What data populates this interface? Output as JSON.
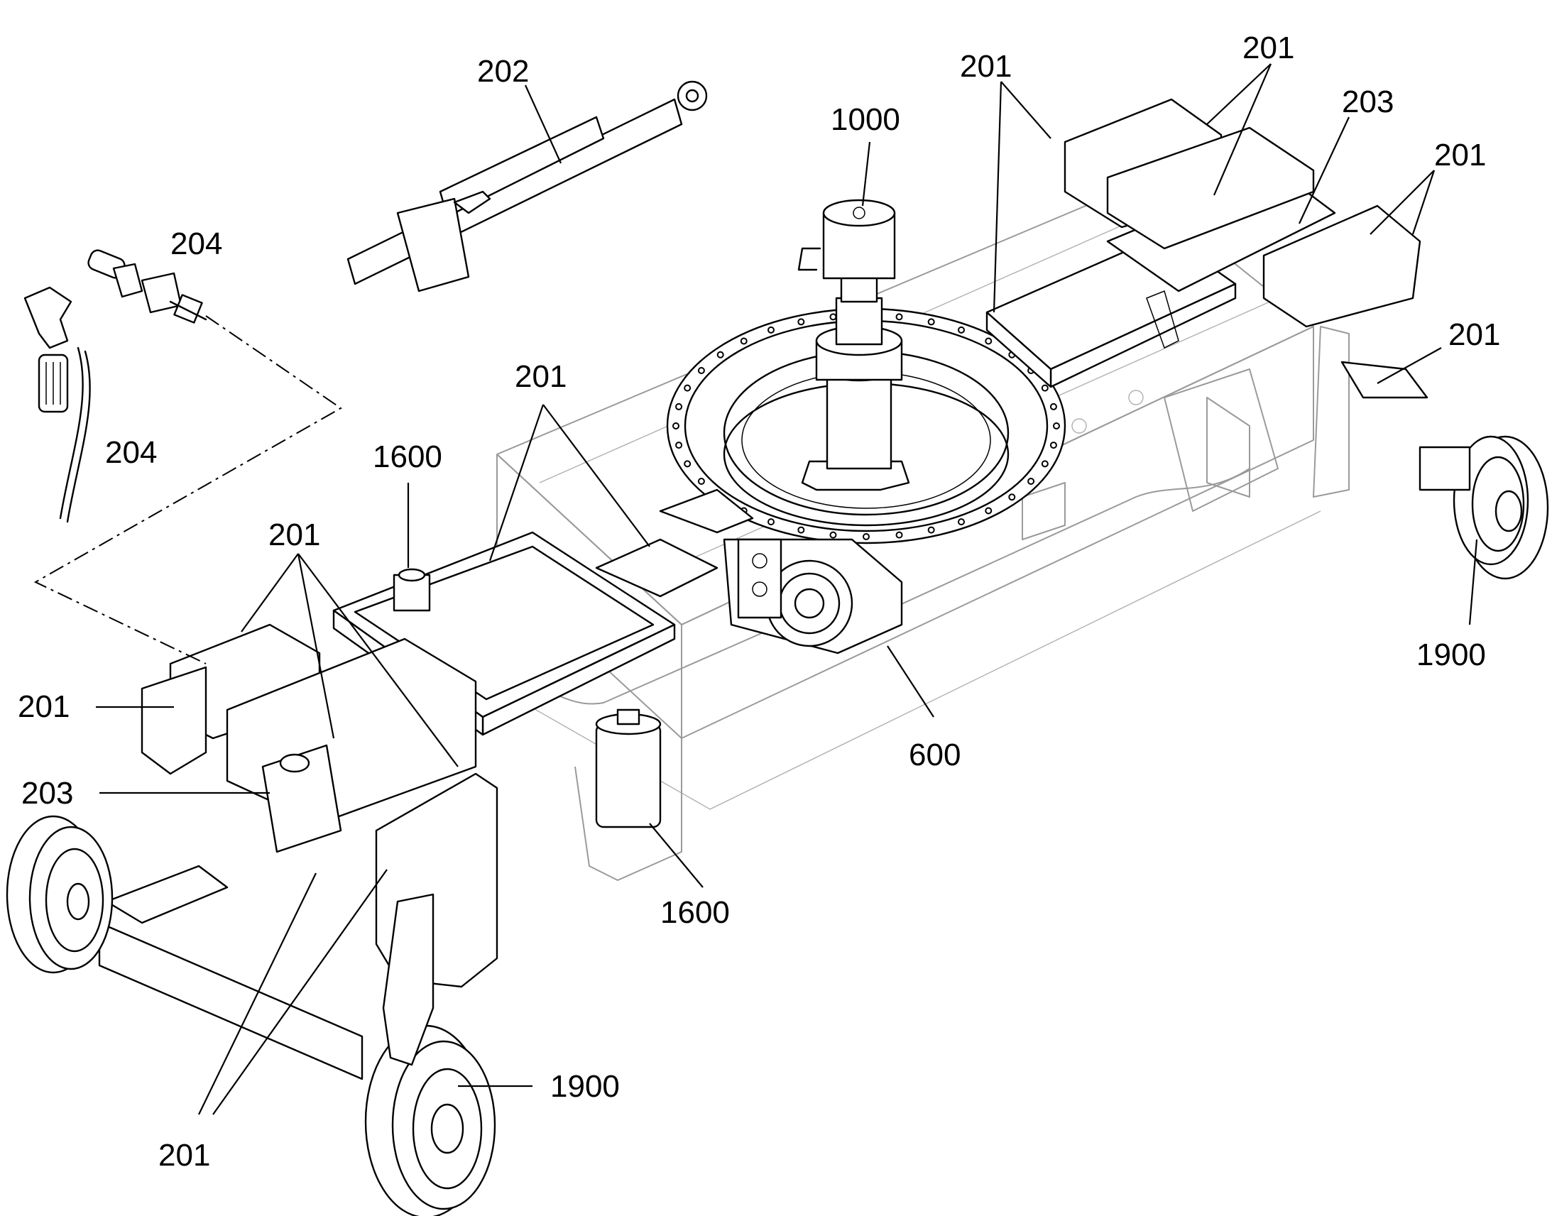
{
  "callouts": [
    {
      "id": "c202",
      "text": "202"
    },
    {
      "id": "c204a",
      "text": "204"
    },
    {
      "id": "c204b",
      "text": "204"
    },
    {
      "id": "c1000",
      "text": "1000"
    },
    {
      "id": "c201-top-mid",
      "text": "201"
    },
    {
      "id": "c201-top-right",
      "text": "201"
    },
    {
      "id": "c203-top",
      "text": "203"
    },
    {
      "id": "c201-right-1",
      "text": "201"
    },
    {
      "id": "c201-right-2",
      "text": "201"
    },
    {
      "id": "c201-center",
      "text": "201"
    },
    {
      "id": "c1600-top",
      "text": "1600"
    },
    {
      "id": "c201-left-top",
      "text": "201"
    },
    {
      "id": "c201-left",
      "text": "201"
    },
    {
      "id": "c203-left",
      "text": "203"
    },
    {
      "id": "c600",
      "text": "600"
    },
    {
      "id": "c1600-bottom",
      "text": "1600"
    },
    {
      "id": "c1900-right",
      "text": "1900"
    },
    {
      "id": "c1900-bottom",
      "text": "1900"
    },
    {
      "id": "c201-bottom",
      "text": "201"
    }
  ]
}
